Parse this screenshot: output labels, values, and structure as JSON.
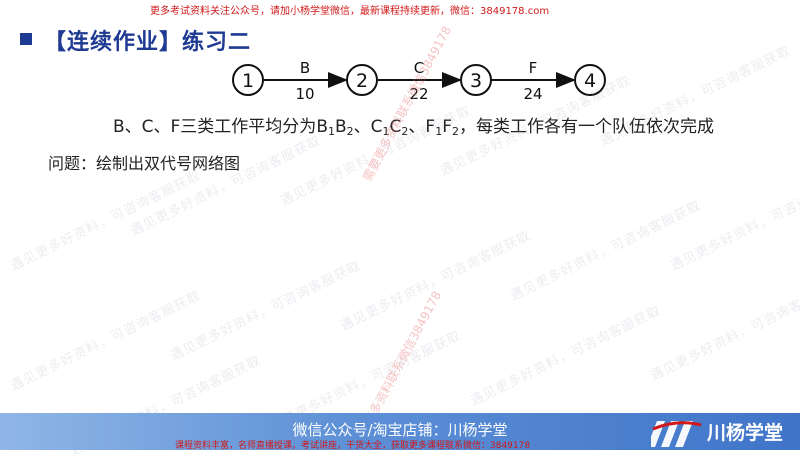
{
  "notice": "更多考试资料关注公众号，请加小杨学堂微信，最新课程持续更新，微信：3849178.com",
  "title": "【连续作业】练习二",
  "network": {
    "nodes": [
      "1",
      "2",
      "3",
      "4"
    ],
    "arrows": [
      {
        "letter": "B",
        "duration": "10"
      },
      {
        "letter": "C",
        "duration": "22"
      },
      {
        "letter": "F",
        "duration": "24"
      }
    ]
  },
  "description": {
    "lead": "B、C、F三类工作平均分为",
    "pairs": [
      {
        "a": "B",
        "a_sub": "1",
        "b": "B",
        "b_sub": "2",
        "sep": "、"
      },
      {
        "a": "C",
        "a_sub": "1",
        "b": "C",
        "b_sub": "2",
        "sep": "、"
      },
      {
        "a": "F",
        "a_sub": "1",
        "b": "F",
        "b_sub": "2",
        "sep": "，"
      }
    ],
    "tail": "每类工作各有一个队伍依次完成"
  },
  "question": "问题：绘制出双代号网络图",
  "watermarks": {
    "pattern": "遇见更多好资料，可咨询客服获取",
    "contact": "需要更多资料联系微信3849178"
  },
  "footer": {
    "main": "微信公众号/淘宝店铺：川杨学堂",
    "small": "课程资料丰富，名师直播授课，考试讲座，干货大全，获取更多课程联系微信：3849178",
    "logo_text": "川杨学堂"
  },
  "colors": {
    "title": "#1f3a93",
    "accent": "#3f74c9",
    "notice": "#d01818"
  }
}
